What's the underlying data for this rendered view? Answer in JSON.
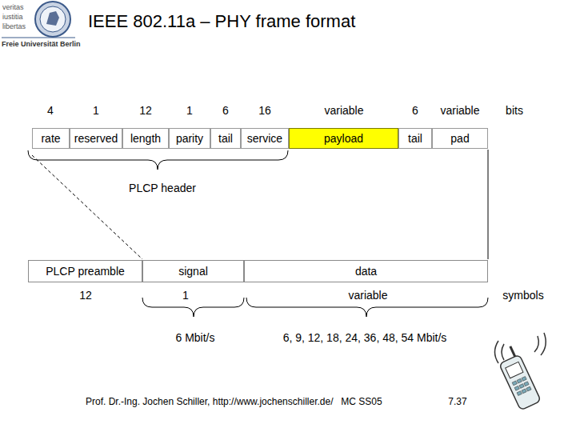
{
  "diagram": {
    "title": "IEEE 802.11a – PHY frame format",
    "nodes": [
      {
        "text": [
          "rate"
        ]
      },
      {
        "text": [
          "reserved"
        ]
      },
      {
        "text": [
          "length"
        ]
      },
      {
        "text": [
          "parity"
        ]
      },
      {
        "text": [
          "tail"
        ]
      },
      {
        "text": [
          "service"
        ]
      },
      {
        "text": [
          "payload"
        ]
      },
      {
        "text": [
          "tail"
        ]
      },
      {
        "text": [
          "pad"
        ]
      },
      {
        "text": [
          "PLCP preamble"
        ]
      },
      {
        "text": [
          "signal"
        ]
      },
      {
        "text": [
          "data"
        ]
      }
    ],
    "labels": [
      "veritas",
      "iustitia",
      "libertas",
      "Freie Universität Berlin",
      "4",
      "1",
      "12",
      "1",
      "6",
      "16",
      "variable",
      "6",
      "variable",
      "bits",
      "PLCP header",
      "12",
      "1",
      "variable",
      "symbols",
      "6 Mbit/s",
      "6, 9, 12, 18, 24, 36, 48, 54 Mbit/s",
      "Prof. Dr.-Ing. Jochen Schiller, http://www.jochenschiller.de/",
      "MC SS05",
      "7.37"
    ]
  }
}
